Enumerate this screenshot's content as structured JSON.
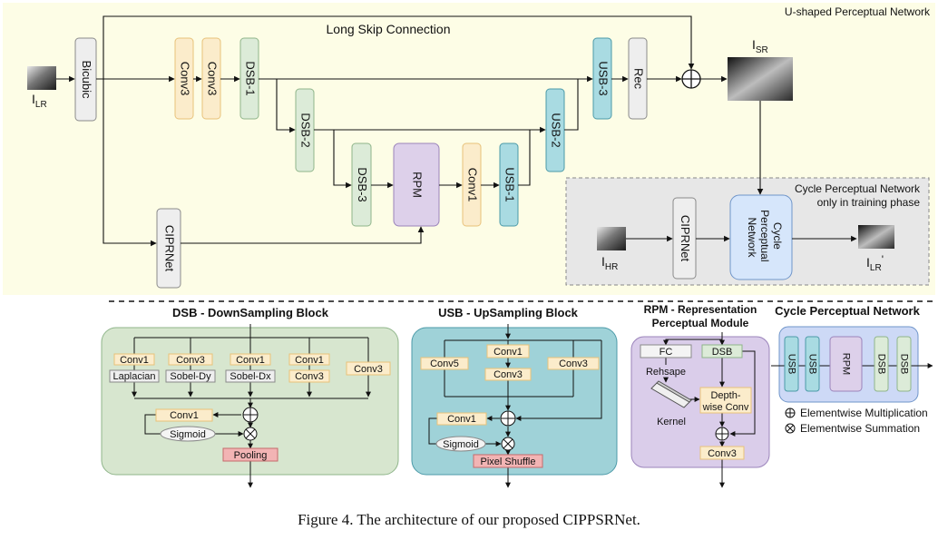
{
  "top": {
    "region_label": "U-shaped Perceptual Network",
    "long_skip_label": "Long Skip Connection",
    "i_lr": {
      "base": "I",
      "sub": "LR"
    },
    "i_sr": {
      "base": "I",
      "sub": "SR"
    },
    "blocks": {
      "bicubic": "Bicubic",
      "conv3a": "Conv3",
      "conv3b": "Conv3",
      "dsb1": "DSB-1",
      "dsb2": "DSB-2",
      "dsb3": "DSB-3",
      "rpm": "RPM",
      "conv1": "Conv1",
      "usb1": "USB-1",
      "usb2": "USB-2",
      "usb3": "USB-3",
      "rec": "Rec",
      "cipr": "CIPRNet"
    },
    "cycle_box": {
      "title_line1": "Cycle Perceptual Network",
      "title_line2": "only in training phase",
      "i_hr": {
        "base": "I",
        "sub": "HR"
      },
      "i_lr_prime": {
        "base": "I",
        "sub": "LR",
        "sup": "'"
      },
      "cipr": "CIPRNet",
      "cycle_lines": [
        "Cycle",
        "Perceptual",
        "Network"
      ]
    }
  },
  "dsb_panel": {
    "title": "DSB - DownSampling Block",
    "row1": [
      "Conv1",
      "Conv3",
      "Conv1",
      "Conv1",
      "Conv3"
    ],
    "row2": [
      "Laplacian",
      "Sobel-Dy",
      "Sobel-Dx",
      "Conv3"
    ],
    "conv1": "Conv1",
    "sigmoid": "Sigmoid",
    "pooling": "Pooling"
  },
  "usb_panel": {
    "title": "USB - UpSampling Block",
    "conv1_top": "Conv1",
    "conv5": "Conv5",
    "conv3_mid": "Conv3",
    "conv3_right": "Conv3",
    "conv1": "Conv1",
    "sigmoid": "Sigmoid",
    "pixel_shuffle": "Pixel Shuffle"
  },
  "rpm_panel": {
    "title_line1": "RPM - Representation",
    "title_line2": "Perceptual Module",
    "fc": "FC",
    "dsb": "DSB",
    "reshape": "Rehsape",
    "kernel": "Kernel",
    "depthwise_line1": "Depth-",
    "depthwise_line2": "wise Conv",
    "conv3": "Conv3"
  },
  "cycle_panel": {
    "title": "Cycle Perceptual Network",
    "blocks": [
      "USB",
      "USB",
      "RPM",
      "DSB",
      "DSB"
    ]
  },
  "legend": {
    "plus": "Elementwise Multiplication",
    "otimes": "Elementwise Summation"
  },
  "caption": "Figure 4. The architecture of our proposed CIPPSRNet.",
  "colors": {
    "yellow_fill": "#fbeccb",
    "yellow_stroke": "#e8c27a",
    "green_fill": "#dcebd8",
    "green_stroke": "#8fb58a",
    "teal_fill": "#a9dbe2",
    "teal_stroke": "#4c9aa8",
    "purple_fill": "#ddd0ea",
    "purple_stroke": "#9b84bb",
    "gray_fill": "#eeeeee",
    "gray_stroke": "#8a8a8a",
    "blue_fill": "#d6e6fb",
    "blue_stroke": "#6f95c9",
    "top_bg": "#fdfde6",
    "dsb_panel_bg": "#d7e6cf",
    "usb_panel_bg": "#9fd2d8",
    "rpm_panel_bg": "#dacdea",
    "cycle_panel_bg": "#cdd9f6",
    "red_fill": "#f2b4b4"
  }
}
